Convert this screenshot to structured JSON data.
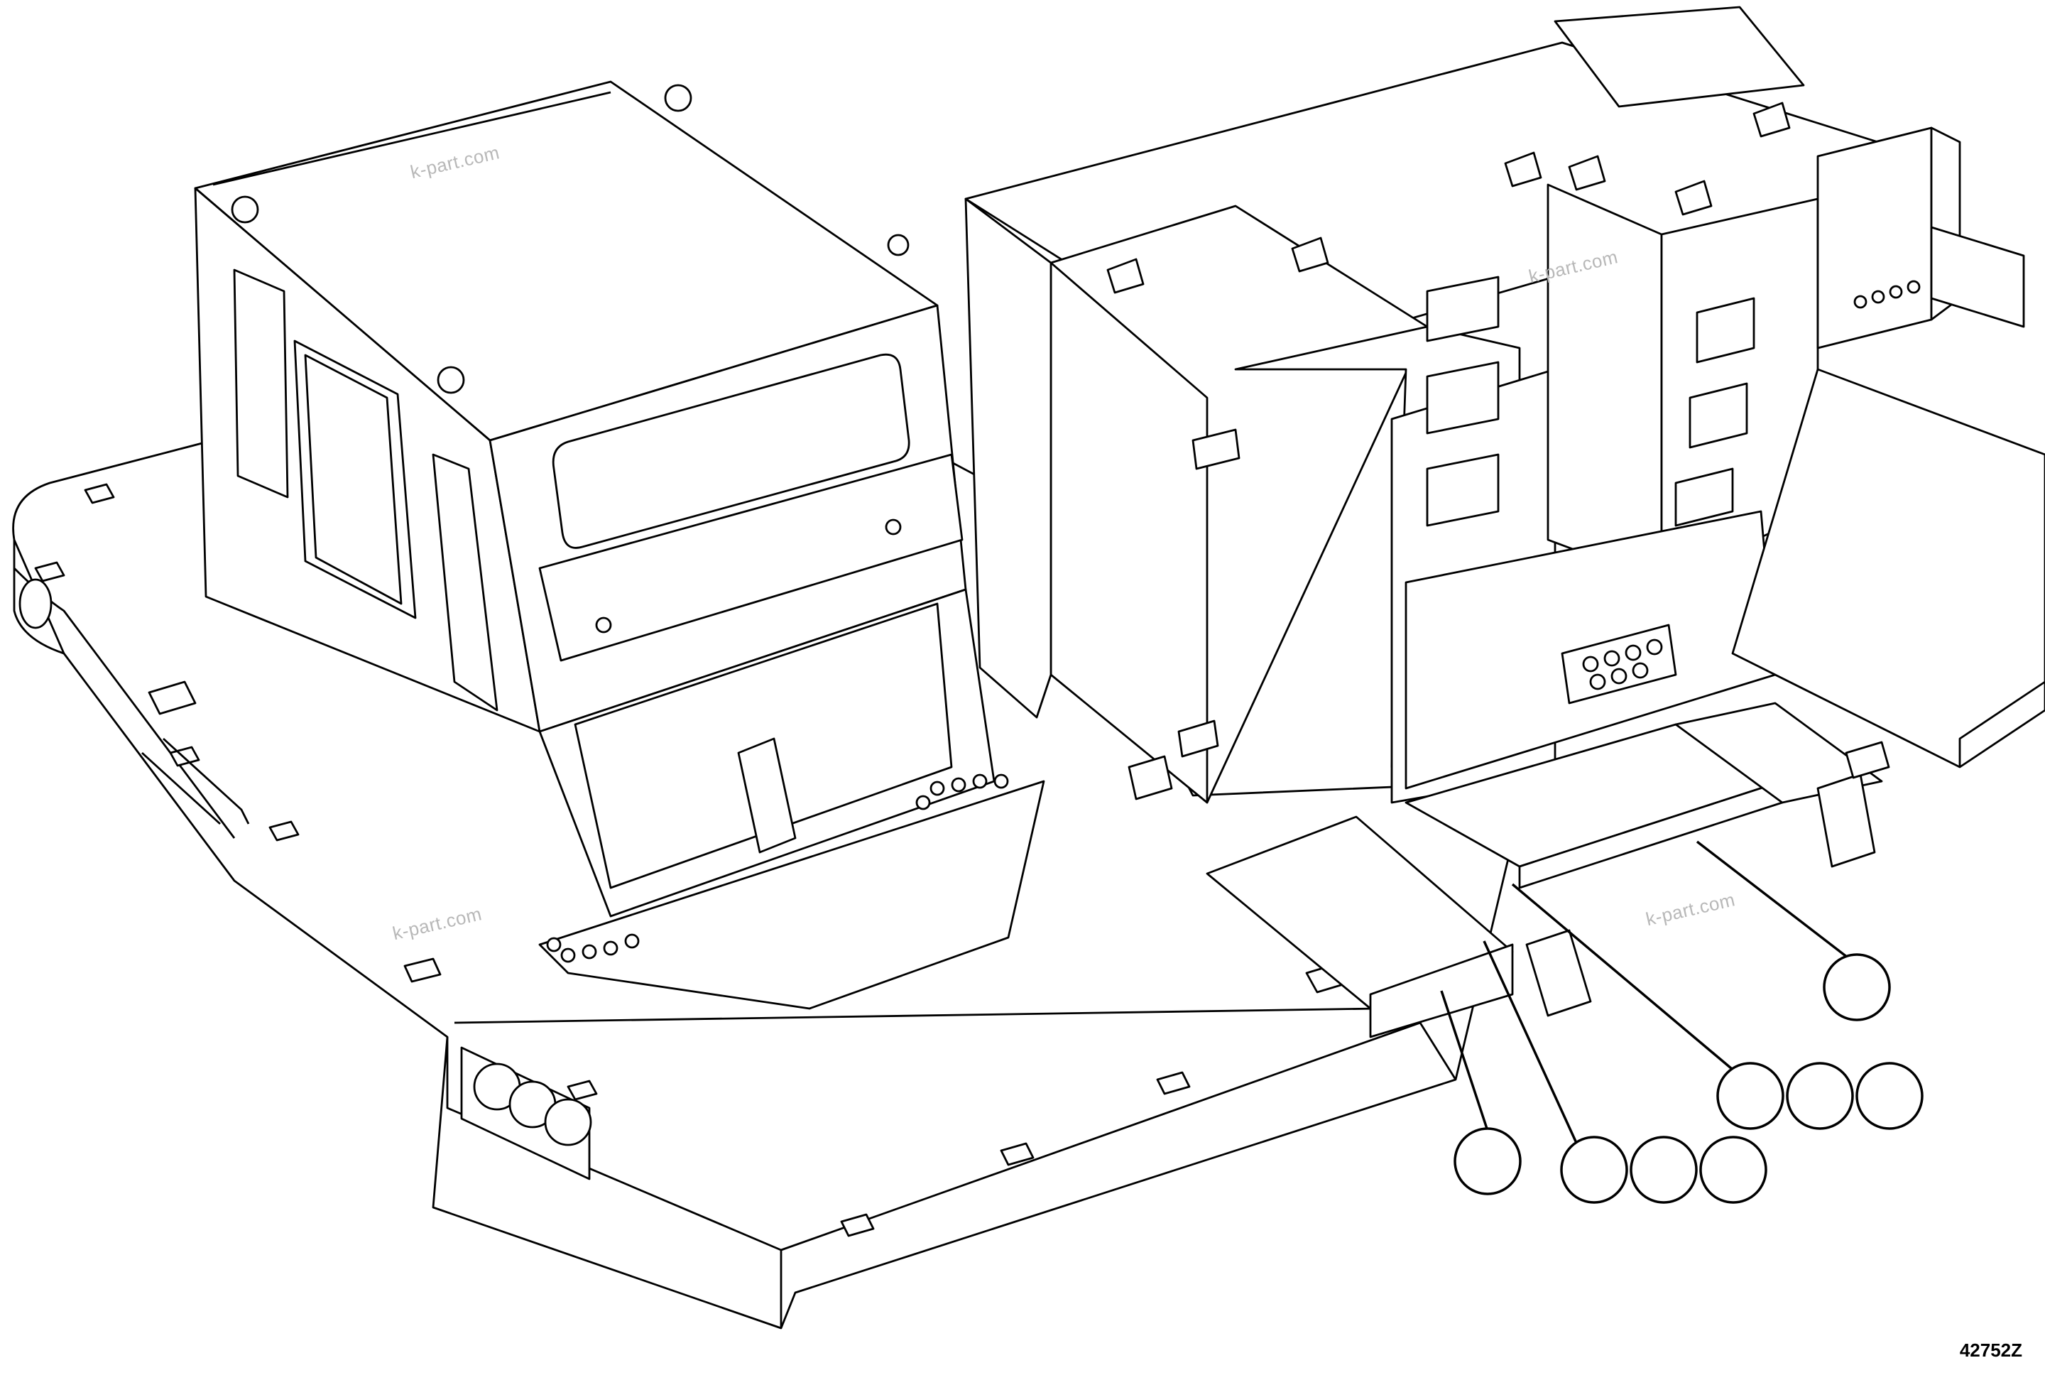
{
  "figure": {
    "id": "42752Z"
  },
  "watermarks": [
    "k-part.com",
    "k-part.com",
    "k-part.com",
    "k-part.com"
  ],
  "callouts": [
    {
      "label": ""
    },
    {
      "label": ""
    },
    {
      "label": ""
    },
    {
      "label": ""
    },
    {
      "label": ""
    },
    {
      "label": ""
    },
    {
      "label": ""
    },
    {
      "label": ""
    }
  ]
}
